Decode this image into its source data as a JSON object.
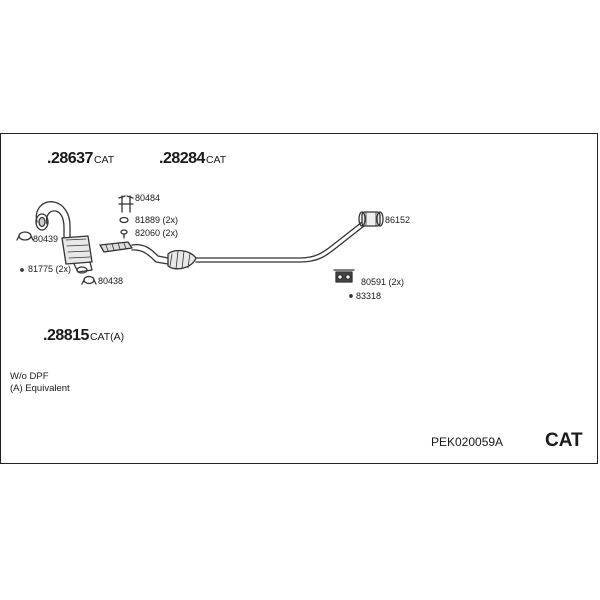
{
  "refs": [
    {
      "num": ".28637",
      "suffix": "CAT"
    },
    {
      "num": ".28284",
      "suffix": "CAT"
    },
    {
      "num": ".28815",
      "suffix": "CAT(A)"
    }
  ],
  "parts": {
    "p80484": "80484",
    "p81889": "81889 (2x)",
    "p82060": "82060 (2x)",
    "p80439": "80439",
    "p81775": "81775 (2x)",
    "p80438": "80438",
    "p86152": "86152",
    "p80591": "80591 (2x)",
    "p83318": "83318"
  },
  "notes": {
    "line1": "W/o DPF",
    "line2": "(A) Equivalent"
  },
  "footer": {
    "code": "PEK020059A",
    "badge": "CAT"
  }
}
